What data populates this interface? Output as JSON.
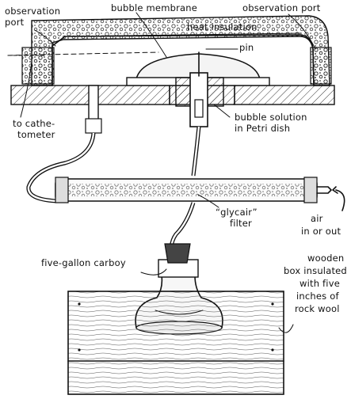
{
  "labels": {
    "observation_port_left_1": "observation",
    "observation_port_left_2": "port",
    "bubble_membrane": "bubble membrane",
    "observation_port_right": "observation port",
    "heat_insulation": "heat insulation",
    "pin": "pin",
    "to_cathetometer_1": "to cathe-",
    "to_cathetometer_2": "tometer",
    "bubble_solution_1": "bubble solution",
    "bubble_solution_2": "in Petri dish",
    "glycair_1": "“glycair”",
    "glycair_2": "filter",
    "air_1": "air",
    "air_2": "in or out",
    "carboy": "five-gallon carboy",
    "box_1": "wooden",
    "box_2": "box insulated",
    "box_3": "with five",
    "box_4": "inches of",
    "box_5": "rock wool"
  }
}
